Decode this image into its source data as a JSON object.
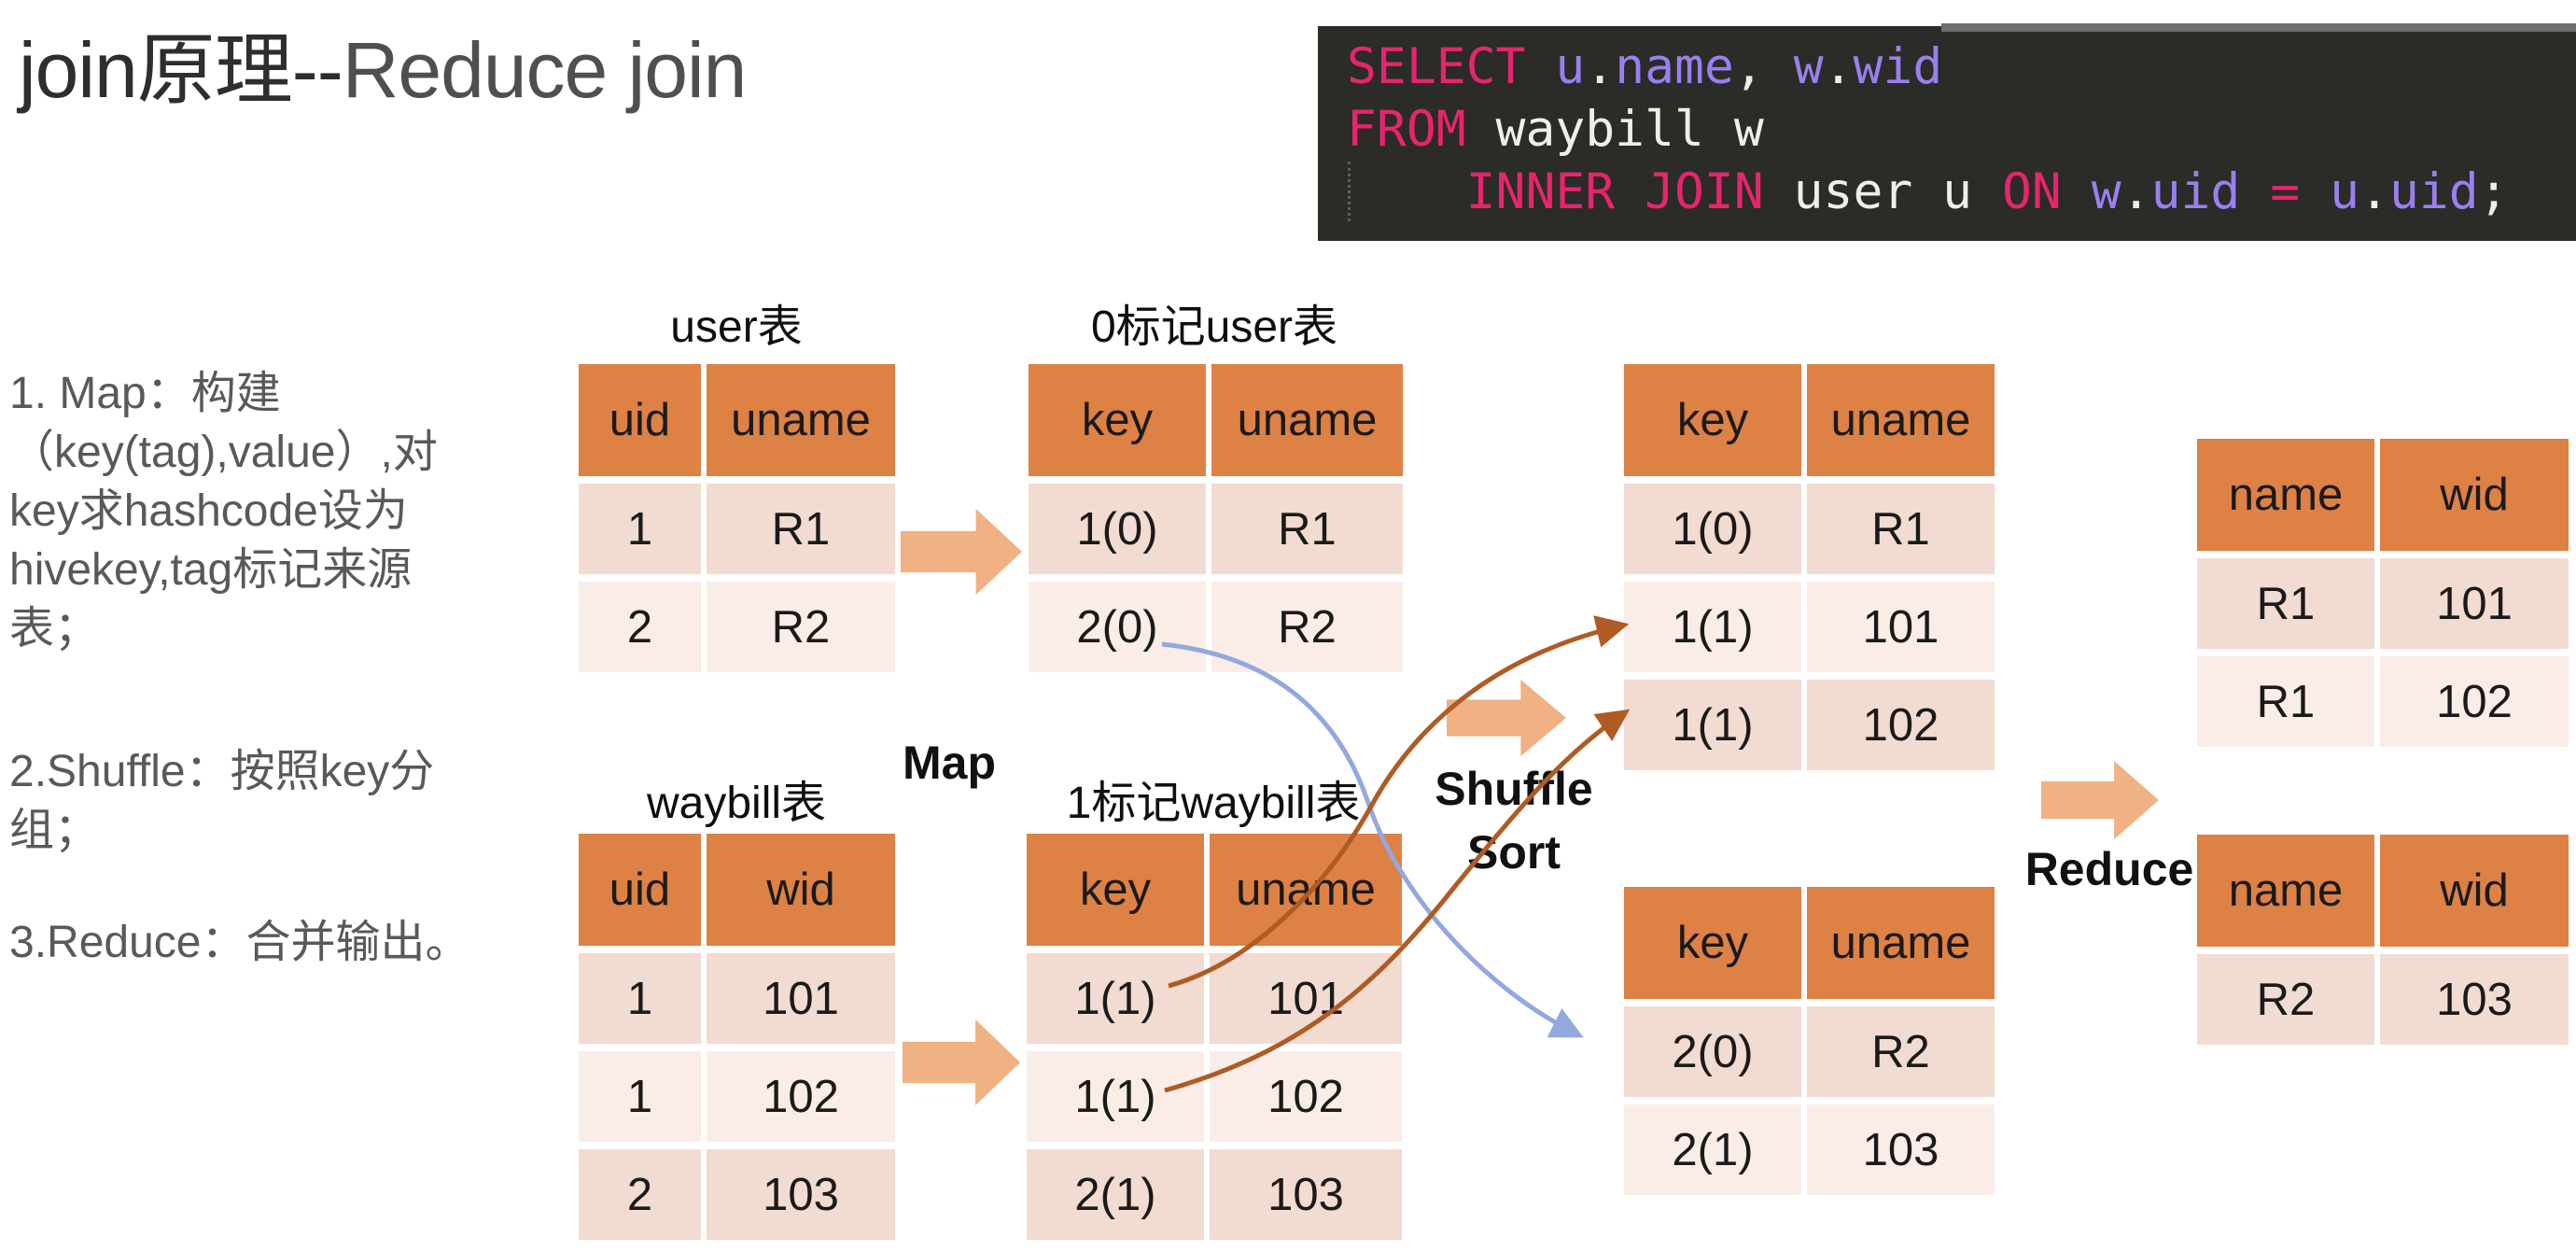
{
  "slide": {
    "title": {
      "part1": "join原理--",
      "part2": "Reduce join"
    },
    "labels": {
      "map": "Map",
      "shuffle": "Shuffle",
      "sort": "Sort",
      "reduce": "Reduce"
    },
    "steps": [
      {
        "lines": [
          "1. Map：构建",
          "（key(tag),value）,对",
          "key求hashcode设为",
          "hivekey,tag标记来源",
          "表；"
        ]
      },
      {
        "lines": [
          "2.Shuffle：按照key分",
          "组；"
        ]
      },
      {
        "lines": [
          "3.Reduce：合并输出。"
        ]
      }
    ]
  },
  "code": {
    "background": "#2B2B27",
    "colors": {
      "kw": "#E6256E",
      "id": "#9B7FF0",
      "pl": "#EFEFE8"
    },
    "lines": [
      [
        [
          "kw",
          "SELECT"
        ],
        [
          "pl",
          " "
        ],
        [
          "id",
          "u"
        ],
        [
          "pl",
          "."
        ],
        [
          "id",
          "name"
        ],
        [
          "pl",
          ", "
        ],
        [
          "id",
          "w"
        ],
        [
          "pl",
          "."
        ],
        [
          "id",
          "wid"
        ]
      ],
      [
        [
          "kw",
          "FROM"
        ],
        [
          "pl",
          " waybill w"
        ]
      ],
      [
        [
          "pl",
          "    "
        ],
        [
          "kw",
          "INNER JOIN"
        ],
        [
          "pl",
          " user u "
        ],
        [
          "kw",
          "ON"
        ],
        [
          "pl",
          " "
        ],
        [
          "id",
          "w"
        ],
        [
          "pl",
          "."
        ],
        [
          "id",
          "uid"
        ],
        [
          "pl",
          " "
        ],
        [
          "kw",
          "="
        ],
        [
          "pl",
          " "
        ],
        [
          "id",
          "u"
        ],
        [
          "pl",
          "."
        ],
        [
          "id",
          "uid"
        ],
        [
          "pl",
          ";"
        ]
      ]
    ]
  },
  "tables": [
    {
      "title": "user表",
      "headers": [
        "uid",
        "uname"
      ],
      "rows": [
        [
          "1",
          "R1"
        ],
        [
          "2",
          "R2"
        ]
      ]
    },
    {
      "title": "0标记user表",
      "headers": [
        "key",
        "uname"
      ],
      "rows": [
        [
          "1(0)",
          "R1"
        ],
        [
          "2(0)",
          "R2"
        ]
      ]
    },
    {
      "title": "waybill表",
      "headers": [
        "uid",
        "wid"
      ],
      "rows": [
        [
          "1",
          "101"
        ],
        [
          "1",
          "102"
        ],
        [
          "2",
          "103"
        ]
      ]
    },
    {
      "title": "1标记waybill表",
      "headers": [
        "key",
        "uname"
      ],
      "rows": [
        [
          "1(1)",
          "101"
        ],
        [
          "1(1)",
          "102"
        ],
        [
          "2(1)",
          "103"
        ]
      ]
    },
    {
      "title": "",
      "headers": [
        "key",
        "uname"
      ],
      "rows": [
        [
          "1(0)",
          "R1"
        ],
        [
          "1(1)",
          "101"
        ],
        [
          "1(1)",
          "102"
        ]
      ]
    },
    {
      "title": "",
      "headers": [
        "key",
        "uname"
      ],
      "rows": [
        [
          "2(0)",
          "R2"
        ],
        [
          "2(1)",
          "103"
        ]
      ]
    },
    {
      "title": "",
      "headers": [
        "name",
        "wid"
      ],
      "rows": [
        [
          "R1",
          "101"
        ],
        [
          "R1",
          "102"
        ]
      ]
    },
    {
      "title": "",
      "headers": [
        "name",
        "wid"
      ],
      "rows": [
        [
          "R2",
          "103"
        ]
      ]
    }
  ],
  "colors": {
    "table_header": "#DD8144",
    "row_dark": "#F2DBD1",
    "row_light": "#FAEDE8",
    "block_arrow": "#F0B183",
    "connector_brown": "#B05A24",
    "connector_blue": "#92A9DE",
    "title_text": "#2E2E2E",
    "steps_text": "#595959"
  }
}
